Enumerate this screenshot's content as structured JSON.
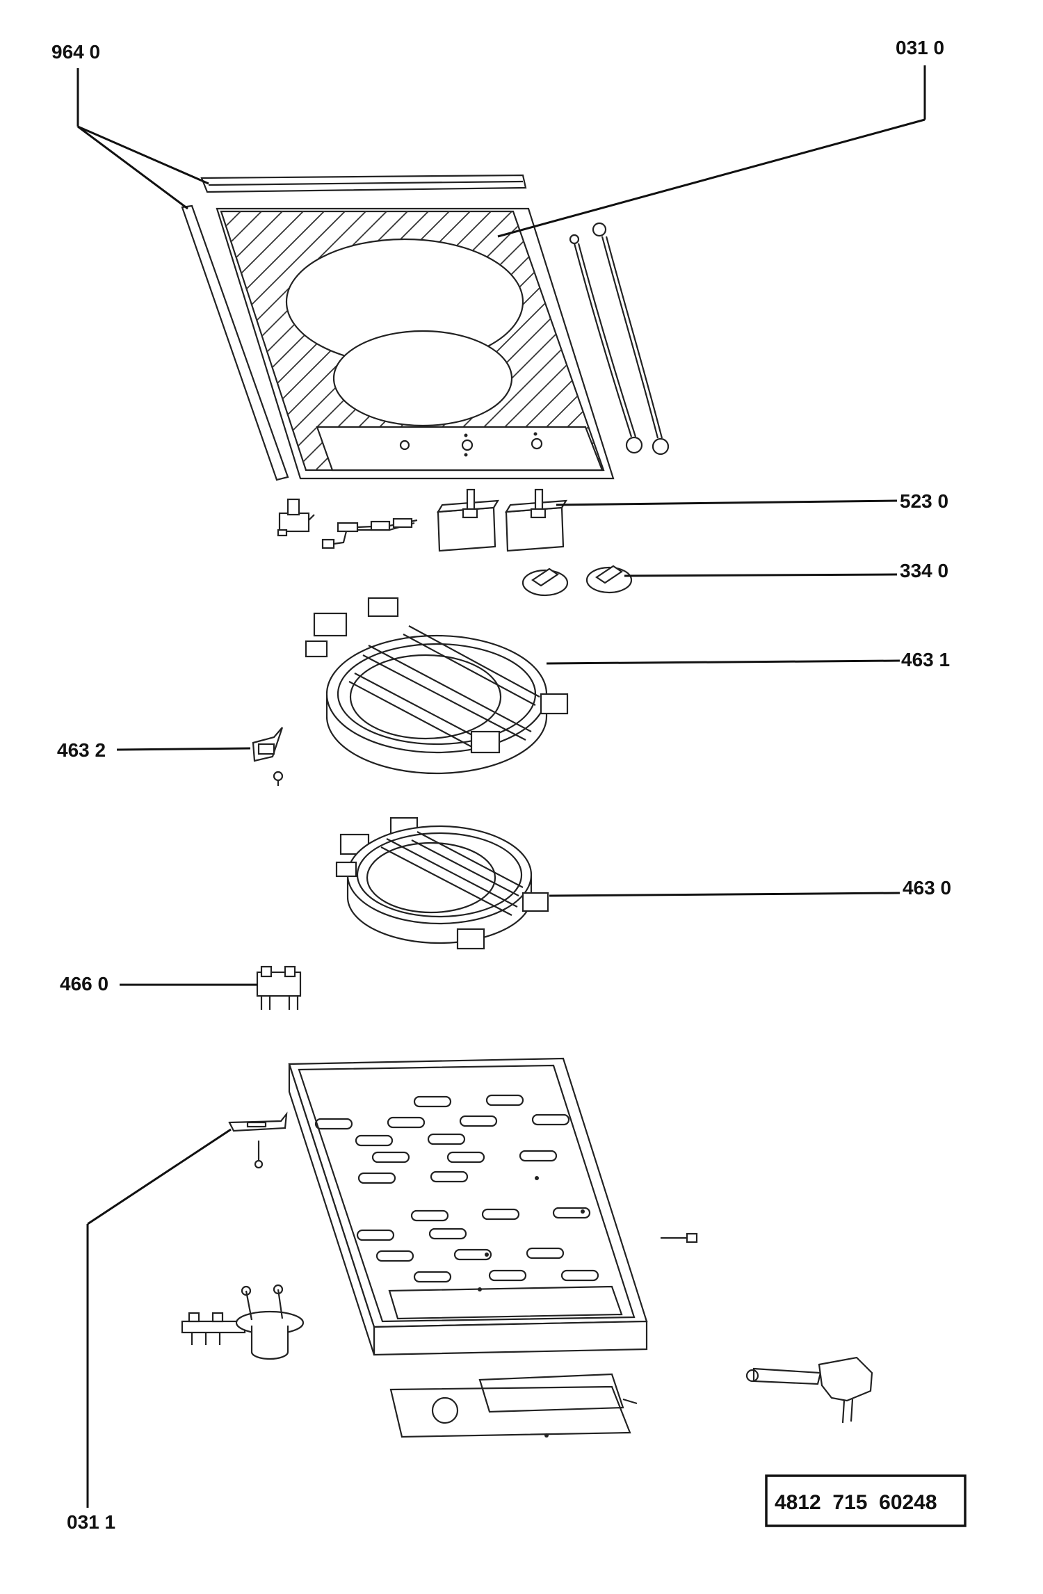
{
  "labels": {
    "l9640": "964 0",
    "l0310": "031 0",
    "l5230": "523 0",
    "l3340": "334 0",
    "l4631": "463 1",
    "l4632": "463 2",
    "l4630": "463 0",
    "l4660": "466 0",
    "l0311": "031 1"
  },
  "document_number": "4812  715  60248"
}
